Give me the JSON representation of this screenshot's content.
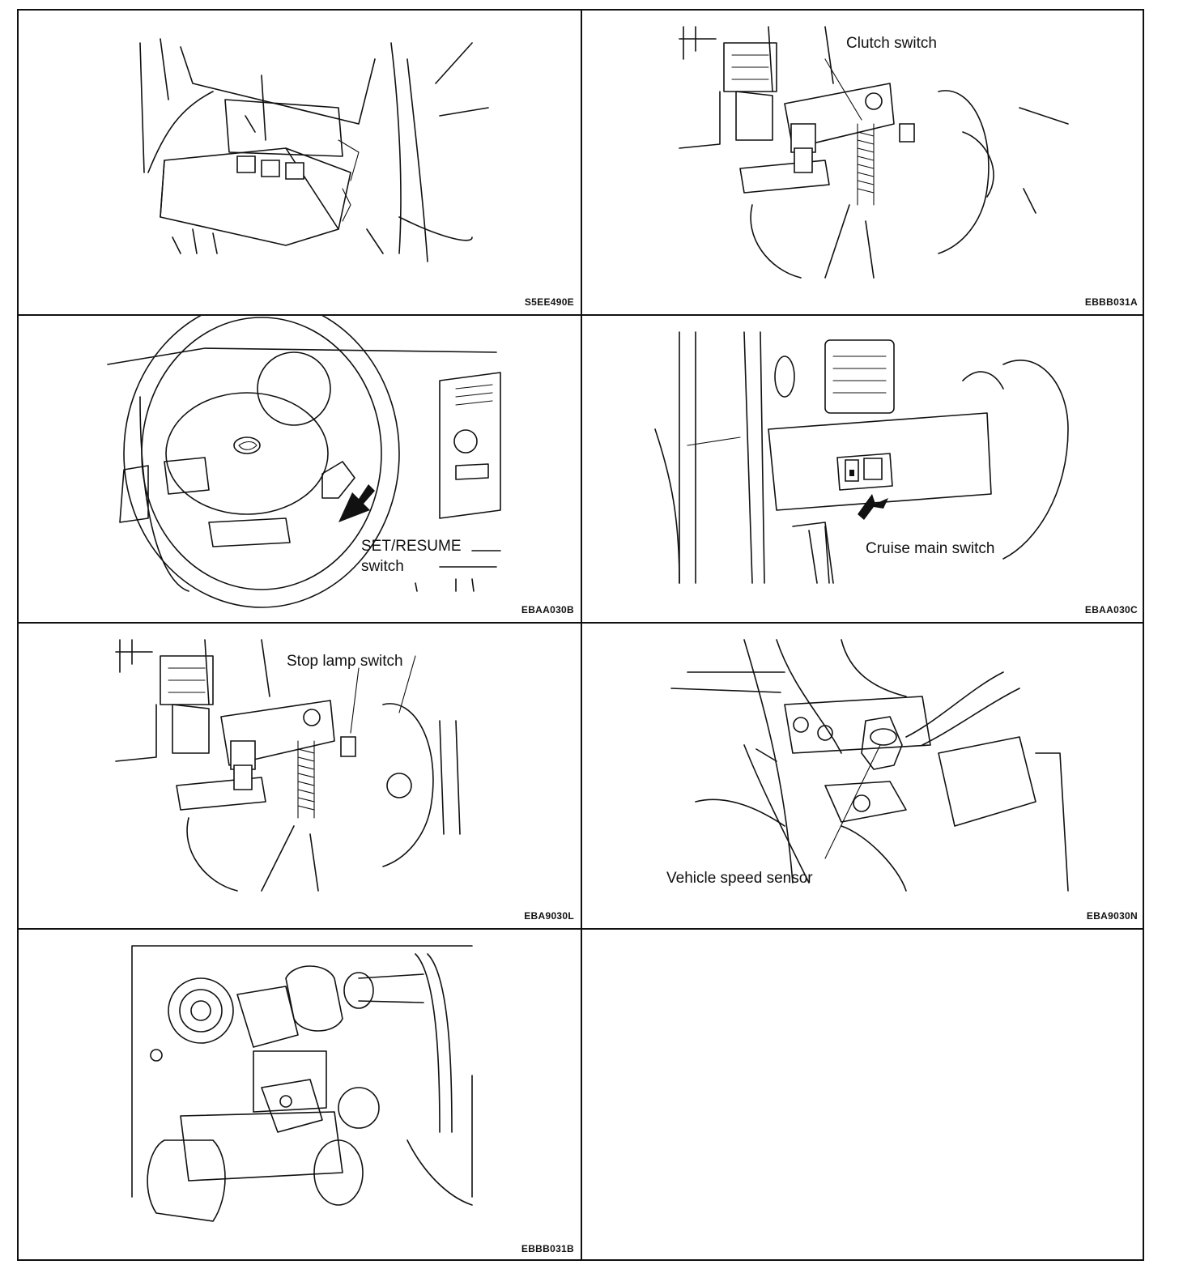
{
  "panels": [
    {
      "code": "S5EE490E",
      "labels": []
    },
    {
      "code": "EBBB031A",
      "labels": [
        "Clutch switch"
      ]
    },
    {
      "code": "EBAA030B",
      "labels": [
        "SET/RESUME",
        "switch"
      ]
    },
    {
      "code": "EBAA030C",
      "labels": [
        "Cruise main switch"
      ]
    },
    {
      "code": "EBA9030L",
      "labels": [
        "Stop lamp switch"
      ]
    },
    {
      "code": "EBA9030N",
      "labels": [
        "Vehicle speed sensor"
      ]
    },
    {
      "code": "EBBB031B",
      "labels": []
    }
  ],
  "icons": [
    "arrow-pointer-icon",
    "hyundai-logo-icon"
  ]
}
